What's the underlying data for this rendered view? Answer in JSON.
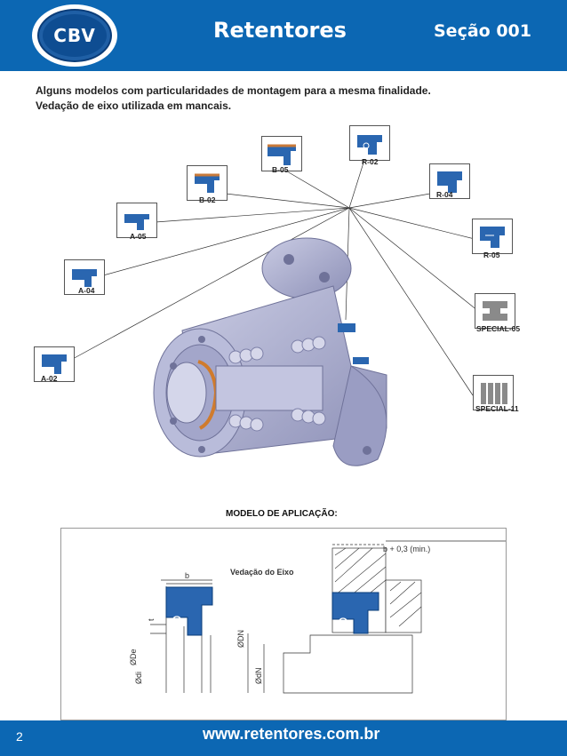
{
  "header": {
    "logo_text": "CBV",
    "title": "Retentores",
    "section": "Seção 001"
  },
  "intro": {
    "line1": "Alguns modelos com particularidades de montagem para a mesma finalidade.",
    "line2": "Vedação de eixo utilizada em mancais."
  },
  "thumbnails": [
    "R-02",
    "B-05",
    "B-02",
    "R-04",
    "A-05",
    "R-05",
    "A-04",
    "SPECIAL-05",
    "A-02",
    "SPECIAL-11"
  ],
  "model": {
    "title": "MODELO DE APLICAÇÃO:",
    "clearance": "b + 0,3 (min.)",
    "shaft_seal": "Vedação do Eixo",
    "b": "b",
    "De": "ØDe",
    "di": "Ødi",
    "t": "t",
    "DN": "ØDN",
    "dN": "ØdN"
  },
  "footer": {
    "page": "2",
    "url": "www.retentores.com.br"
  },
  "colors": {
    "brand_blue": "#0c67b3",
    "seal_blue": "#1f5fa5",
    "housing": "#a7a9c9"
  }
}
